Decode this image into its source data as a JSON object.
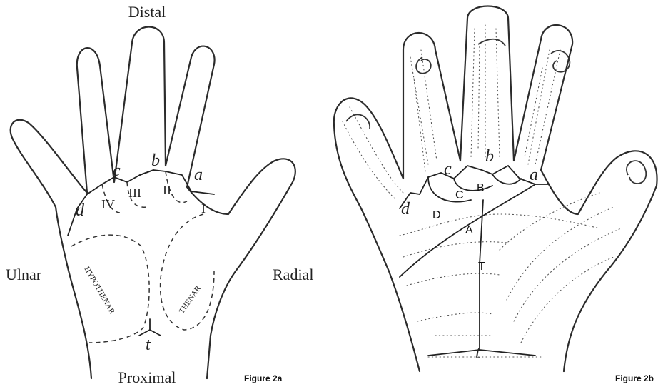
{
  "figure_a": {
    "caption": "Figure 2a",
    "orientation": {
      "top": "Distal",
      "bottom": "Proximal",
      "left": "Ulnar",
      "right": "Radial"
    },
    "triradii": {
      "a": "a",
      "b": "b",
      "c": "c",
      "d": "d",
      "t": "t"
    },
    "areas": {
      "I": "I",
      "II": "II",
      "III": "III",
      "IV": "IV",
      "hypothenar": "HYPOTHENAR",
      "thenar": "THENAR"
    }
  },
  "figure_b": {
    "caption": "Figure 2b",
    "triradii": {
      "a": "a",
      "b": "b",
      "c": "c",
      "d": "d",
      "t": "t"
    },
    "main_lines": {
      "A": "A",
      "B": "B",
      "C": "C",
      "D": "D",
      "T": "T"
    }
  }
}
